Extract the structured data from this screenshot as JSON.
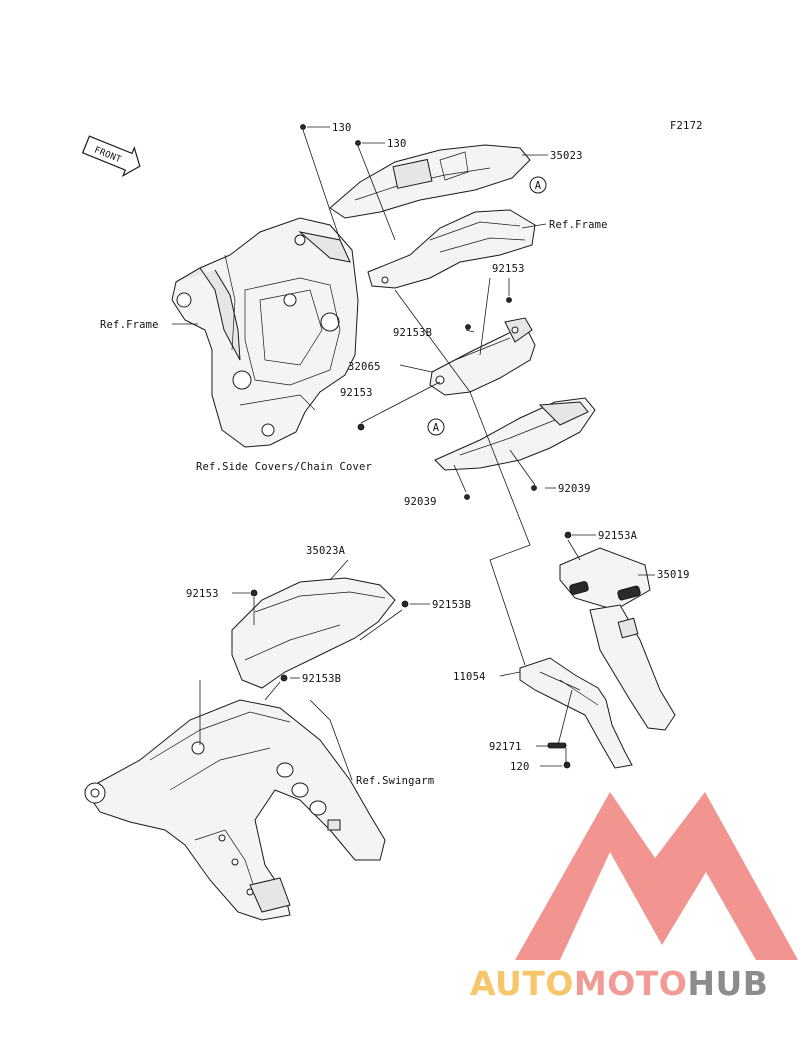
{
  "diagram": {
    "code": "F2172",
    "front_marker": "FRONT",
    "labels": {
      "p130a": "130",
      "p130b": "130",
      "p35023": "35023",
      "refA_top": "A",
      "ref_frame_right": "Ref.Frame",
      "p92153_a": "92153",
      "ref_frame_left": "Ref.Frame",
      "p92153B_a": "92153B",
      "p32065": "32065",
      "p92153_b": "92153",
      "refA_mid": "A",
      "ref_side_covers": "Ref.Side Covers/Chain Cover",
      "p92039_a": "92039",
      "p92039_b": "92039",
      "p92153A": "92153A",
      "p35023A": "35023A",
      "p35019": "35019",
      "p92153_c": "92153",
      "p92153B_b": "92153B",
      "p92153B_c": "92153B",
      "p11054": "11054",
      "p92171": "92171",
      "p120": "120",
      "ref_swingarm": "Ref.Swingarm"
    }
  },
  "watermark": {
    "part1": "AUTO",
    "part2": "MOTO",
    "part3": "HUB",
    "colors": {
      "auto": "#f7c56a",
      "moto": "#f29a96",
      "hub": "#8c8c8c",
      "logo": "#f0817c"
    }
  }
}
